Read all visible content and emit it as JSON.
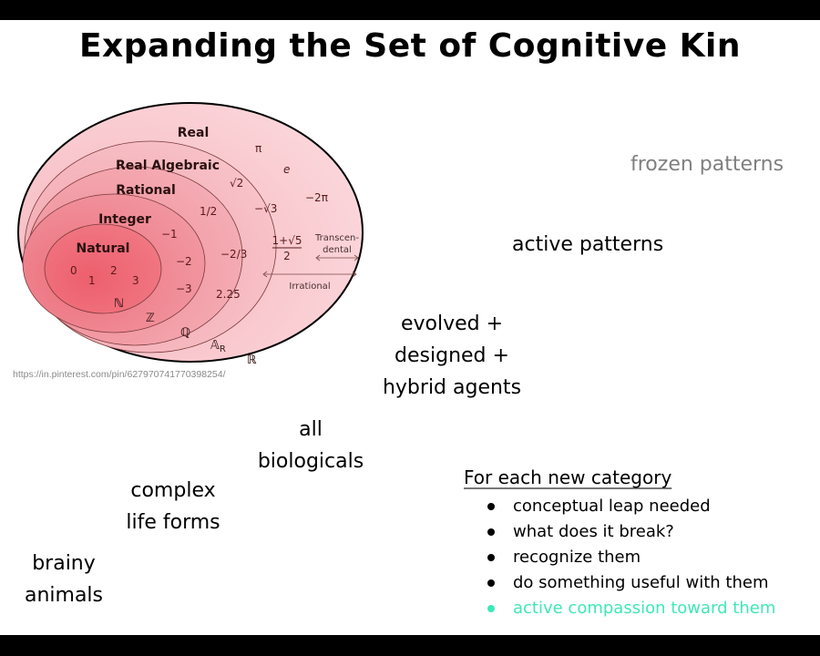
{
  "slide": {
    "title": "Expanding the Set of Cognitive Kin",
    "source_url": "https://in.pinterest.com/pin/627970741770398254/",
    "categories": {
      "frozen_patterns": "frozen patterns",
      "active_patterns": "active patterns",
      "agents_line1": "evolved +",
      "agents_line2": "designed +",
      "agents_line3": "hybrid agents",
      "biologicals_line1": "all",
      "biologicals_line2": "biologicals",
      "complex_line1": "complex",
      "complex_line2": "life forms",
      "brainy_line1": "brainy",
      "brainy_line2": "animals"
    },
    "checklist": {
      "heading": "For each new category",
      "items": [
        {
          "text": "conceptual leap needed",
          "highlighted": false
        },
        {
          "text": "what does it break?",
          "highlighted": false
        },
        {
          "text": "recognize them",
          "highlighted": false
        },
        {
          "text": "do something useful with them",
          "highlighted": false
        },
        {
          "text": "active compassion toward them",
          "highlighted": true
        }
      ],
      "highlight_color": "#3ee8b8"
    },
    "venn": {
      "sets": {
        "real": "Real",
        "real_algebraic": "Real Algebraic",
        "rational": "Rational",
        "integer": "Integer",
        "natural": "Natural"
      },
      "symbols": {
        "naturals": "ℕ",
        "integers": "ℤ",
        "rationals": "ℚ",
        "algebraic": "𝔸",
        "algebraic_sub": "R",
        "reals": "ℝ"
      },
      "members": {
        "n0": "0",
        "n1": "1",
        "n2": "2",
        "n3": "3",
        "z1": "−1",
        "z2": "−2",
        "z3": "−3",
        "q1": "1/2",
        "q2": "−2/3",
        "q3": "2.25",
        "a1": "√2",
        "a2": "−√3",
        "a3_num": "1+√5",
        "a3_den": "2",
        "r1": "π",
        "r2": "e",
        "r3": "−2π"
      },
      "annotations": {
        "transcendental_1": "Transcen-",
        "transcendental_2": "dental",
        "irrational": "Irrational"
      },
      "colors": {
        "real": "#f9cbd1",
        "real_algebraic": "#f6b9c1",
        "rational": "#f3a4ad",
        "integer": "#ef8c97",
        "natural": "#ec6f7b"
      }
    }
  }
}
